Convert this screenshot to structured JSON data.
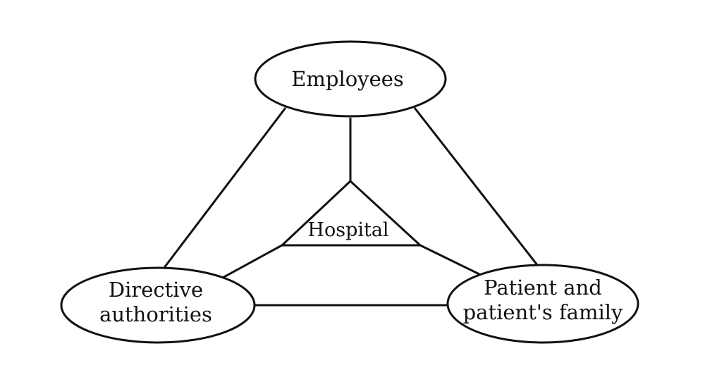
{
  "nodes": {
    "employees": {
      "lines": [
        "Employees"
      ]
    },
    "directive_authorities": {
      "lines": [
        "Directive",
        "authorities"
      ]
    },
    "patient_family": {
      "lines": [
        "Patient and",
        "patient's family"
      ]
    }
  },
  "hub": {
    "label": "Hospital"
  },
  "colors": {
    "stroke": "#111111",
    "background": "#ffffff"
  }
}
